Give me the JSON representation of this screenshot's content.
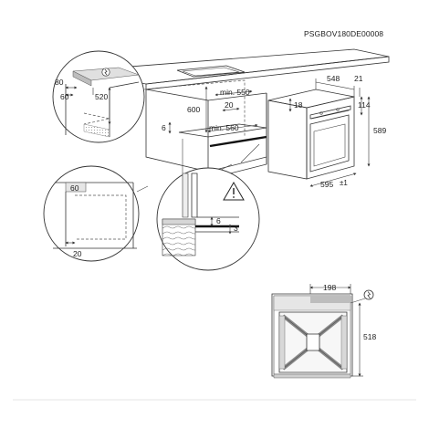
{
  "doc_code": "PSGBOV180DE00008",
  "dims": {
    "d80": "80",
    "d60_top": "60",
    "d520": "520",
    "d600": "600",
    "min550": "min. 550",
    "d20_top": "20",
    "d6_left": "6",
    "min560": "min. 560",
    "d548": "548",
    "d21": "21",
    "d18": "18",
    "d114": "114",
    "d589": "589",
    "d595": "595",
    "d595_tol": "±1",
    "d60_circle": "60",
    "d20_circle": "20",
    "d6_detail": "6",
    "d3_detail": "3",
    "d198": "198",
    "d518": "518"
  },
  "icons": {
    "warning": "warning-triangle-icon",
    "plug": "socket-icon"
  },
  "colors": {
    "line": "#333333",
    "wood_fill": "#d9d9d9",
    "shade": "#e8e8e8",
    "shade_dark": "#bdbdbd"
  }
}
